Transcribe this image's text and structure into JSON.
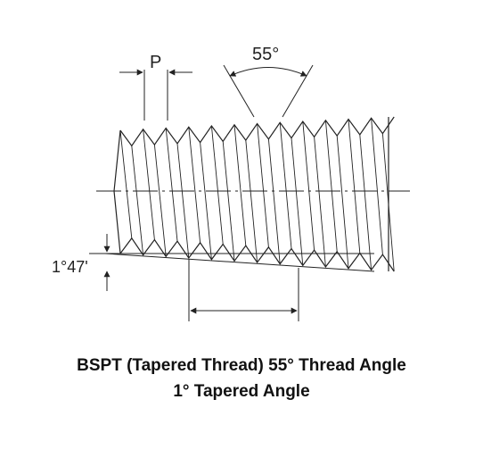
{
  "diagram": {
    "pitch_label": "P",
    "thread_angle_label": "55°",
    "taper_angle_label": "1°47'"
  },
  "caption": {
    "line1": "BSPT (Tapered Thread) 55° Thread Angle",
    "line2": "1° Tapered Angle"
  },
  "colors": {
    "line": "#222222",
    "background": "#ffffff"
  }
}
